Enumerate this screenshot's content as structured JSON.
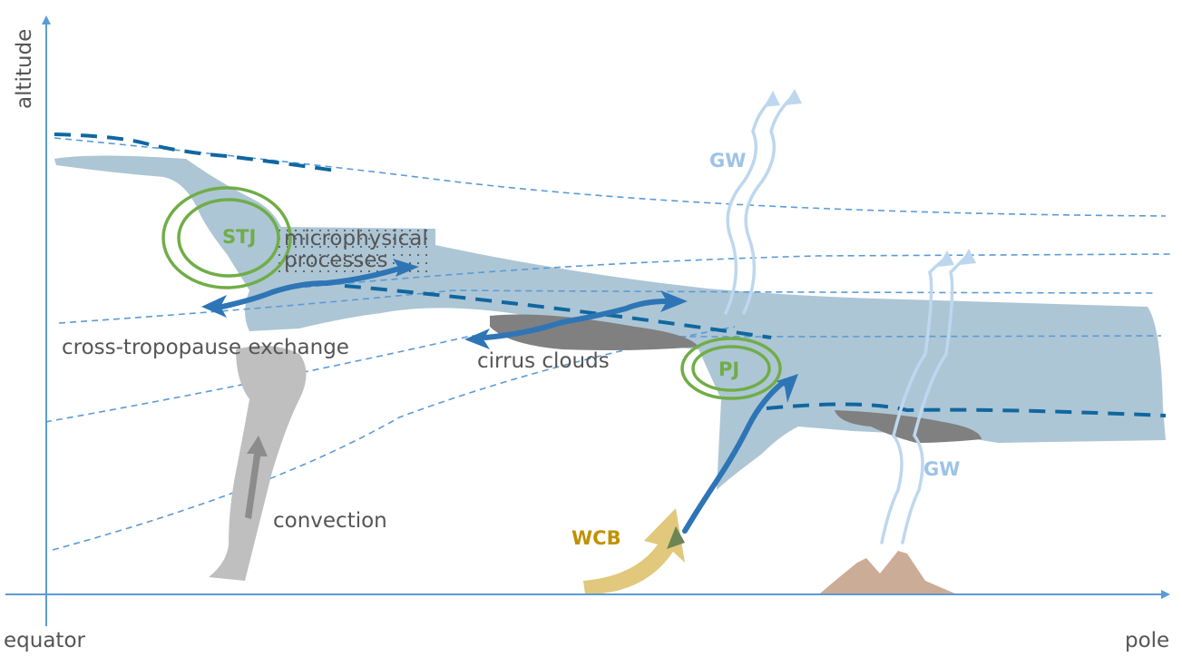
{
  "axes": {
    "y_label": "altitude",
    "x_left_label": "equator",
    "x_right_label": "pole",
    "color": "#5b9bd5"
  },
  "labels": {
    "stj": "STJ",
    "pj": "PJ",
    "wcb": "WCB",
    "gw_upper": "GW",
    "gw_lower": "GW",
    "microphysical_line1": "microphysical",
    "microphysical_line2": "processes",
    "cross_tropopause": "cross-tropopause exchange",
    "cirrus": "cirrus clouds",
    "convection": "convection"
  },
  "colors": {
    "tropopause_layer": "#adc6d5",
    "tropopause_line": "#10679f",
    "isentrope": "#5b9bd5",
    "exchange_arrow": "#2e75b6",
    "jet": "#70ad47",
    "wcb": "#c19200",
    "wcb_arrow": "#e1c87c",
    "gravity_wave": "#bdd7ee",
    "gw_text": "#9dc3e6",
    "cirrus": "#808080",
    "convection": "#bfbfbf",
    "mountain": "#cbac97",
    "text": "#555555"
  }
}
